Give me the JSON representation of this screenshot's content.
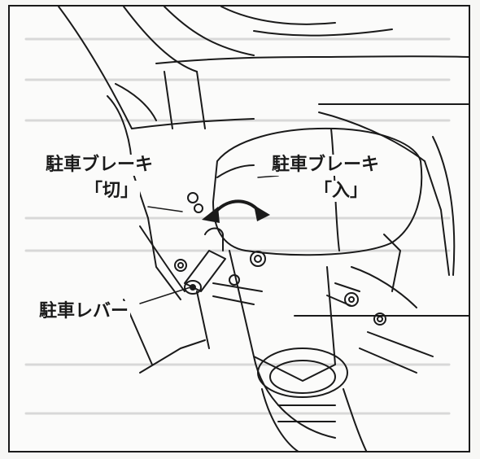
{
  "labels": {
    "parking_brake_off_line1": "駐車ブレーキ",
    "parking_brake_off_line2": "「切」",
    "parking_brake_on_line1": "駐車ブレーキ",
    "parking_brake_on_line2": "「入」",
    "parking_lever": "駐車レバー"
  },
  "colors": {
    "line": "#1a1a1a",
    "background": "#fbfbfa"
  },
  "icons": {
    "arrow": "double-headed-curved-arrow"
  }
}
